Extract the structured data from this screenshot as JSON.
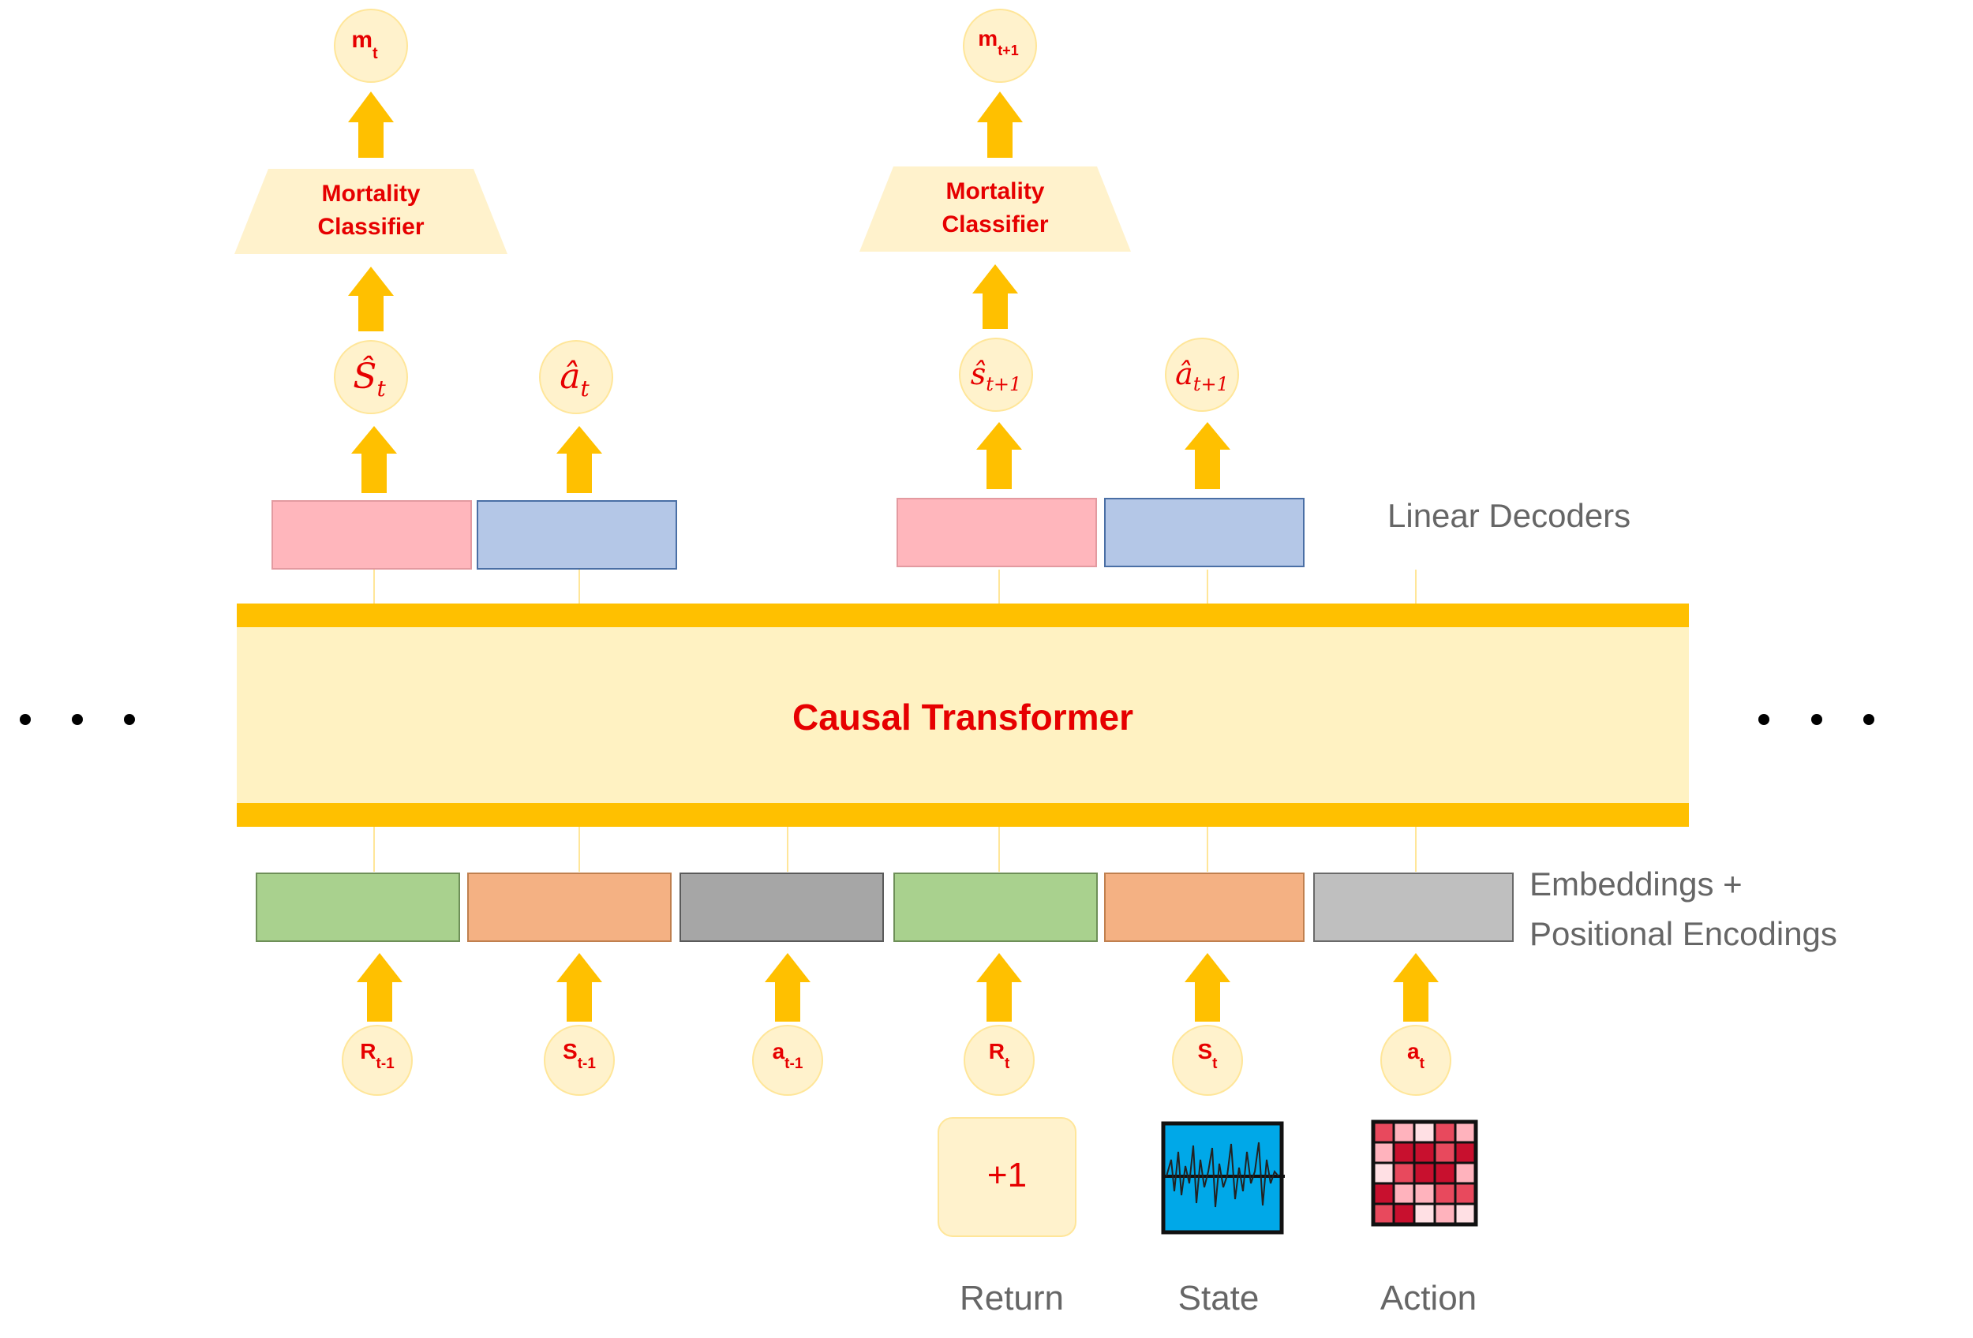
{
  "colors": {
    "arrow": "#ffc000",
    "circle_fill": "#fff2cc",
    "circle_stroke": "#ffe699",
    "red_text": "#e60000",
    "gray_text": "#666666",
    "transformer_band": "#ffc000",
    "transformer_body": "#fff2c2",
    "trapezoid": "#fff2cc",
    "decoder_state": "#ffb6bc",
    "decoder_action": "#b4c7e7",
    "emb_return": "#a9d18e",
    "emb_state": "#f4b183",
    "emb_action_prev": "#a6a6a6",
    "emb_action": "#bfbfbf",
    "monitor_screen": "#00a8e8"
  },
  "transformer": {
    "label": "Causal Transformer",
    "ellipsis_left": "• • •",
    "ellipsis_right": "• • •"
  },
  "labels": {
    "linear_decoders": "Linear Decoders",
    "embeddings_line1": "Embeddings +",
    "embeddings_line2": "Positional Encodings"
  },
  "classifiers": [
    {
      "line1": "Mortality",
      "line2": "Classifier"
    },
    {
      "line1": "Mortality",
      "line2": "Classifier"
    }
  ],
  "outputs": [
    {
      "base": "m",
      "sub": "t"
    },
    {
      "base": "m",
      "sub": "t+1"
    }
  ],
  "predictions": [
    {
      "base": "Ŝ",
      "sub": "t"
    },
    {
      "base": "â",
      "sub": "t"
    },
    {
      "base": "ŝ",
      "sub": "t+1"
    },
    {
      "base": "â",
      "sub": "t+1"
    }
  ],
  "inputs": [
    {
      "base": "R",
      "sub": "t-1"
    },
    {
      "base": "S",
      "sub": "t-1"
    },
    {
      "base": "a",
      "sub": "t-1"
    },
    {
      "base": "R",
      "sub": "t"
    },
    {
      "base": "S",
      "sub": "t"
    },
    {
      "base": "a",
      "sub": "t"
    }
  ],
  "return_box": {
    "value": "+1"
  },
  "bottom_labels": {
    "return": "Return",
    "state": "State",
    "action": "Action"
  },
  "icons": [
    "heart-monitor-icon",
    "action-heatmap-icon"
  ]
}
